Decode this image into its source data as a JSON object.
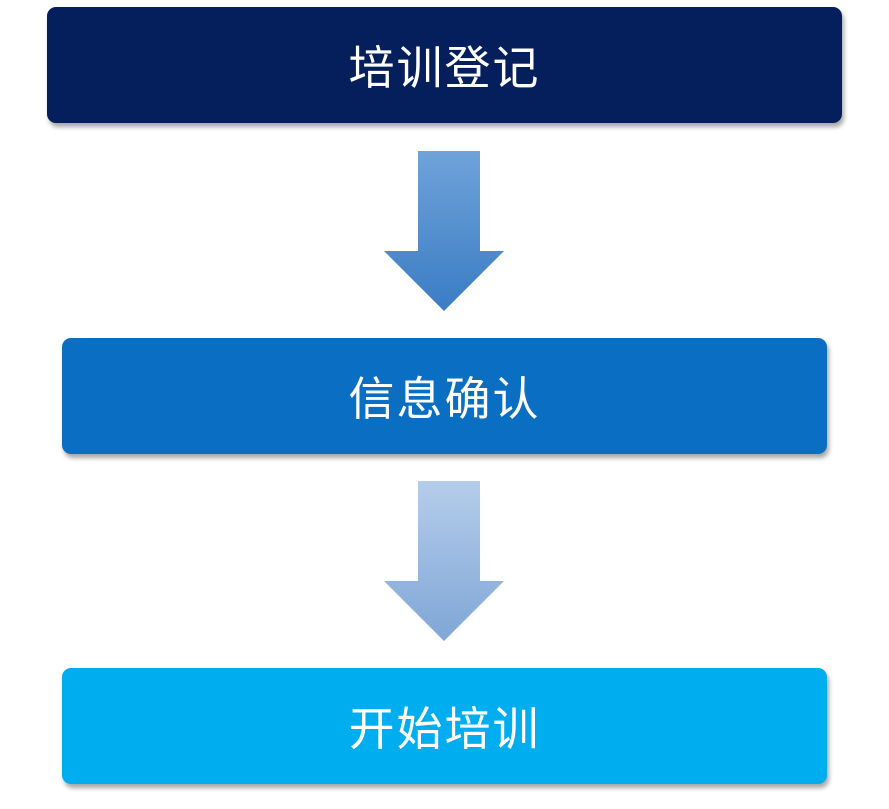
{
  "flow": {
    "steps": [
      {
        "label": "培训登记",
        "color": "#041F5C"
      },
      {
        "label": "信息确认",
        "color": "#0A6EC2"
      },
      {
        "label": "开始培训",
        "color": "#00AEEF"
      }
    ],
    "arrows": [
      {
        "icon": "arrow-down-icon",
        "gradient_top": "#6FA3D9",
        "gradient_bottom": "#3A7CC4"
      },
      {
        "icon": "arrow-down-icon",
        "gradient_top": "#B5CDEB",
        "gradient_bottom": "#7FA6D6"
      }
    ]
  }
}
